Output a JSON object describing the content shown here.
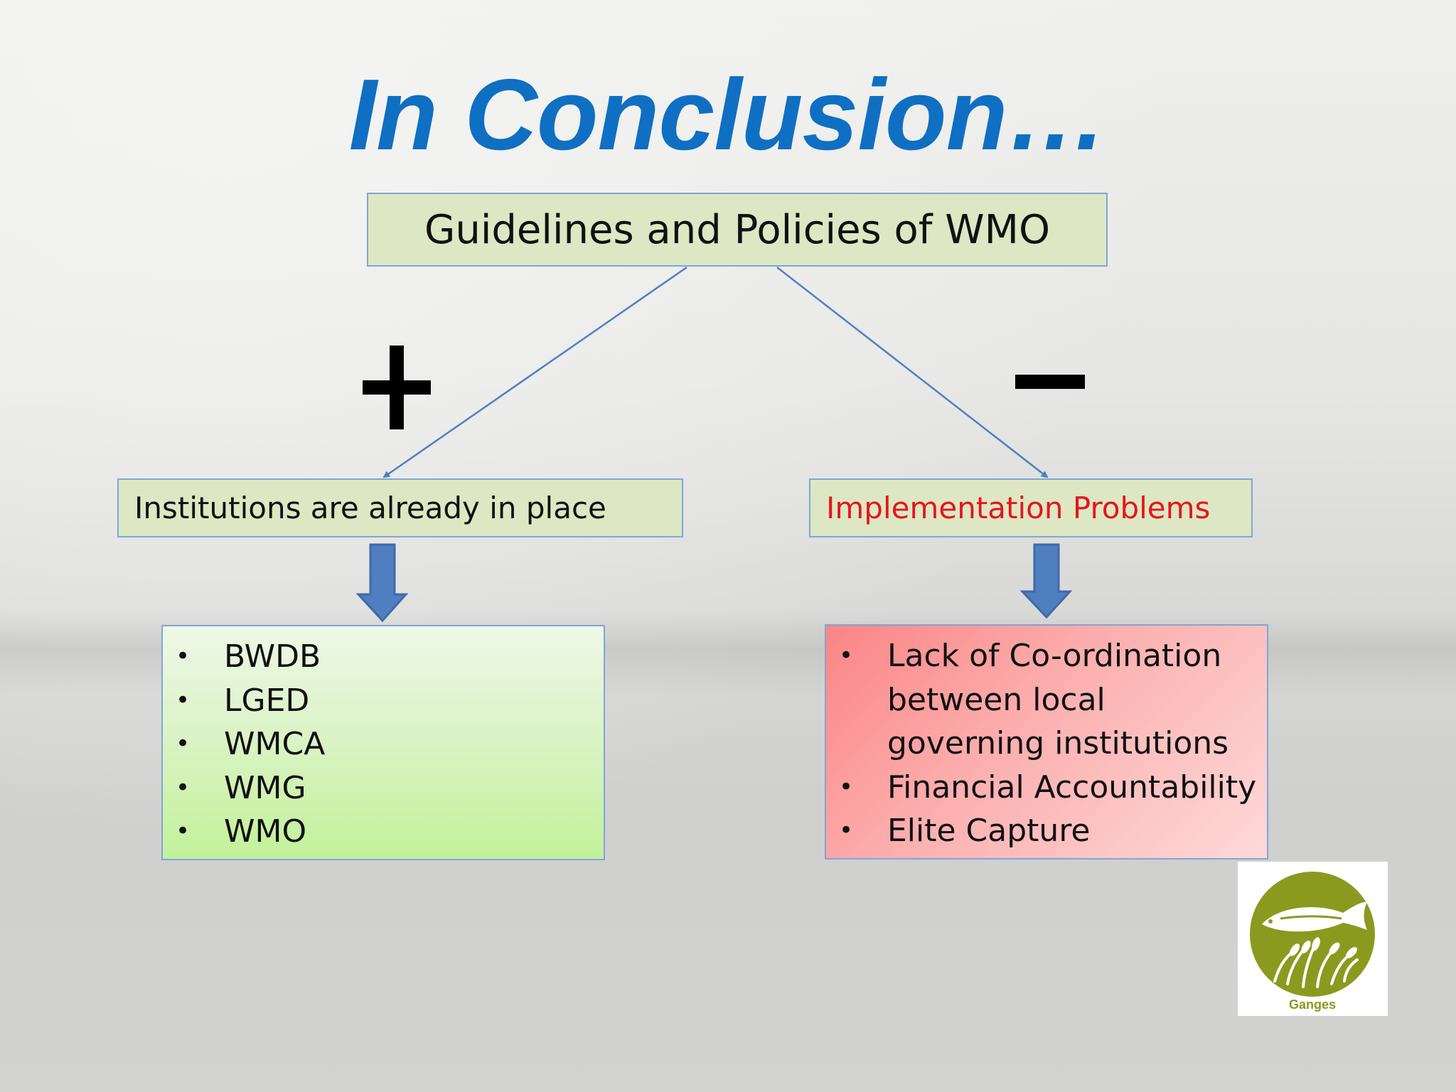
{
  "title": "In Conclusion…",
  "top_box": {
    "text": "Guidelines and Policies of WMO"
  },
  "signs": {
    "plus": "+",
    "minus": "–"
  },
  "left_branch": {
    "label": "Institutions are already in place",
    "items": [
      "BWDB",
      "LGED",
      "WMCA",
      "WMG",
      "WMO"
    ]
  },
  "right_branch": {
    "label": "Implementation Problems",
    "items": [
      "Lack of Co-ordination between local governing institutions",
      "Financial Accountability",
      "Elite Capture"
    ]
  },
  "logo": {
    "caption": "Ganges",
    "icon": "fish-and-rice-logo"
  },
  "colors": {
    "title": "#0f6fc2",
    "box_fill": "#dde7c3",
    "box_border": "#7fa6d8",
    "arrow": "#4f7fc1",
    "problem_text": "#e4161c",
    "logo_green": "#8a9a1f"
  }
}
